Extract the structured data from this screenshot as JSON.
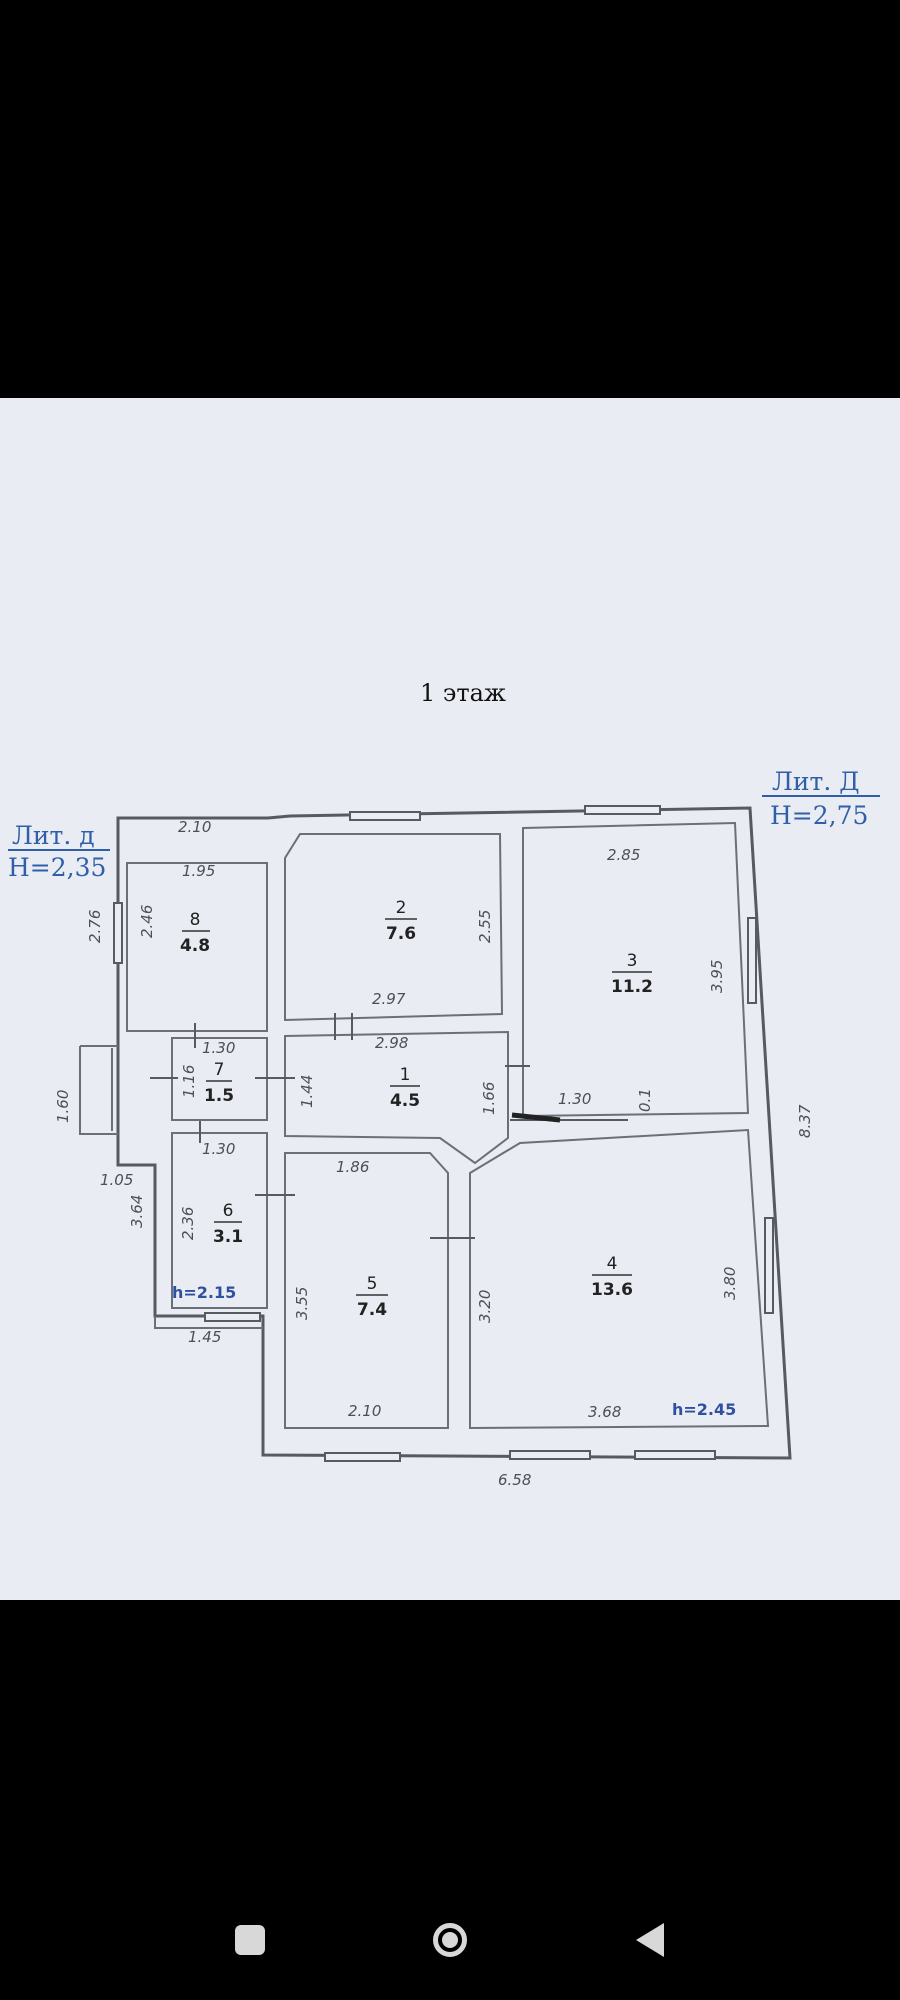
{
  "plan": {
    "title": "1 этаж",
    "lit_left": {
      "label": "Лит. д",
      "height": "H=2,35"
    },
    "lit_right": {
      "label": "Лит. Д",
      "height": "H=2,75"
    },
    "rooms": [
      {
        "num": "1",
        "area": "4.5"
      },
      {
        "num": "2",
        "area": "7.6"
      },
      {
        "num": "3",
        "area": "11.2"
      },
      {
        "num": "4",
        "area": "13.6"
      },
      {
        "num": "5",
        "area": "7.4"
      },
      {
        "num": "6",
        "area": "3.1"
      },
      {
        "num": "7",
        "area": "1.5"
      },
      {
        "num": "8",
        "area": "4.8"
      }
    ],
    "h_left": "h=2.15",
    "h_right": "h=2.45",
    "dims": {
      "d_2_10_top": "2.10",
      "d_1_95": "1.95",
      "d_2_76": "2.76",
      "d_2_46": "2.46",
      "d_2_85": "2.85",
      "d_2_55": "2.55",
      "d_3_95": "3.95",
      "d_2_97": "2.97",
      "d_2_98": "2.98",
      "d_1_30_a": "1.30",
      "d_1_16": "1.16",
      "d_1_44": "1.44",
      "d_1_66": "1.66",
      "d_1_30_b": "1.30",
      "d_0_1": "0.1",
      "d_1_60": "1.60",
      "d_8_37": "8.37",
      "d_1_30_c": "1.30",
      "d_1_05": "1.05",
      "d_1_86": "1.86",
      "d_3_64": "3.64",
      "d_2_36": "2.36",
      "d_3_55": "3.55",
      "d_3_20": "3.20",
      "d_3_80": "3.80",
      "d_1_45": "1.45",
      "d_2_10_bottom": "2.10",
      "d_3_68": "3.68",
      "d_6_58": "6.58"
    }
  },
  "navbar": {
    "recents_icon": "square-icon",
    "home_icon": "circle-icon",
    "back_icon": "triangle-back-icon"
  }
}
